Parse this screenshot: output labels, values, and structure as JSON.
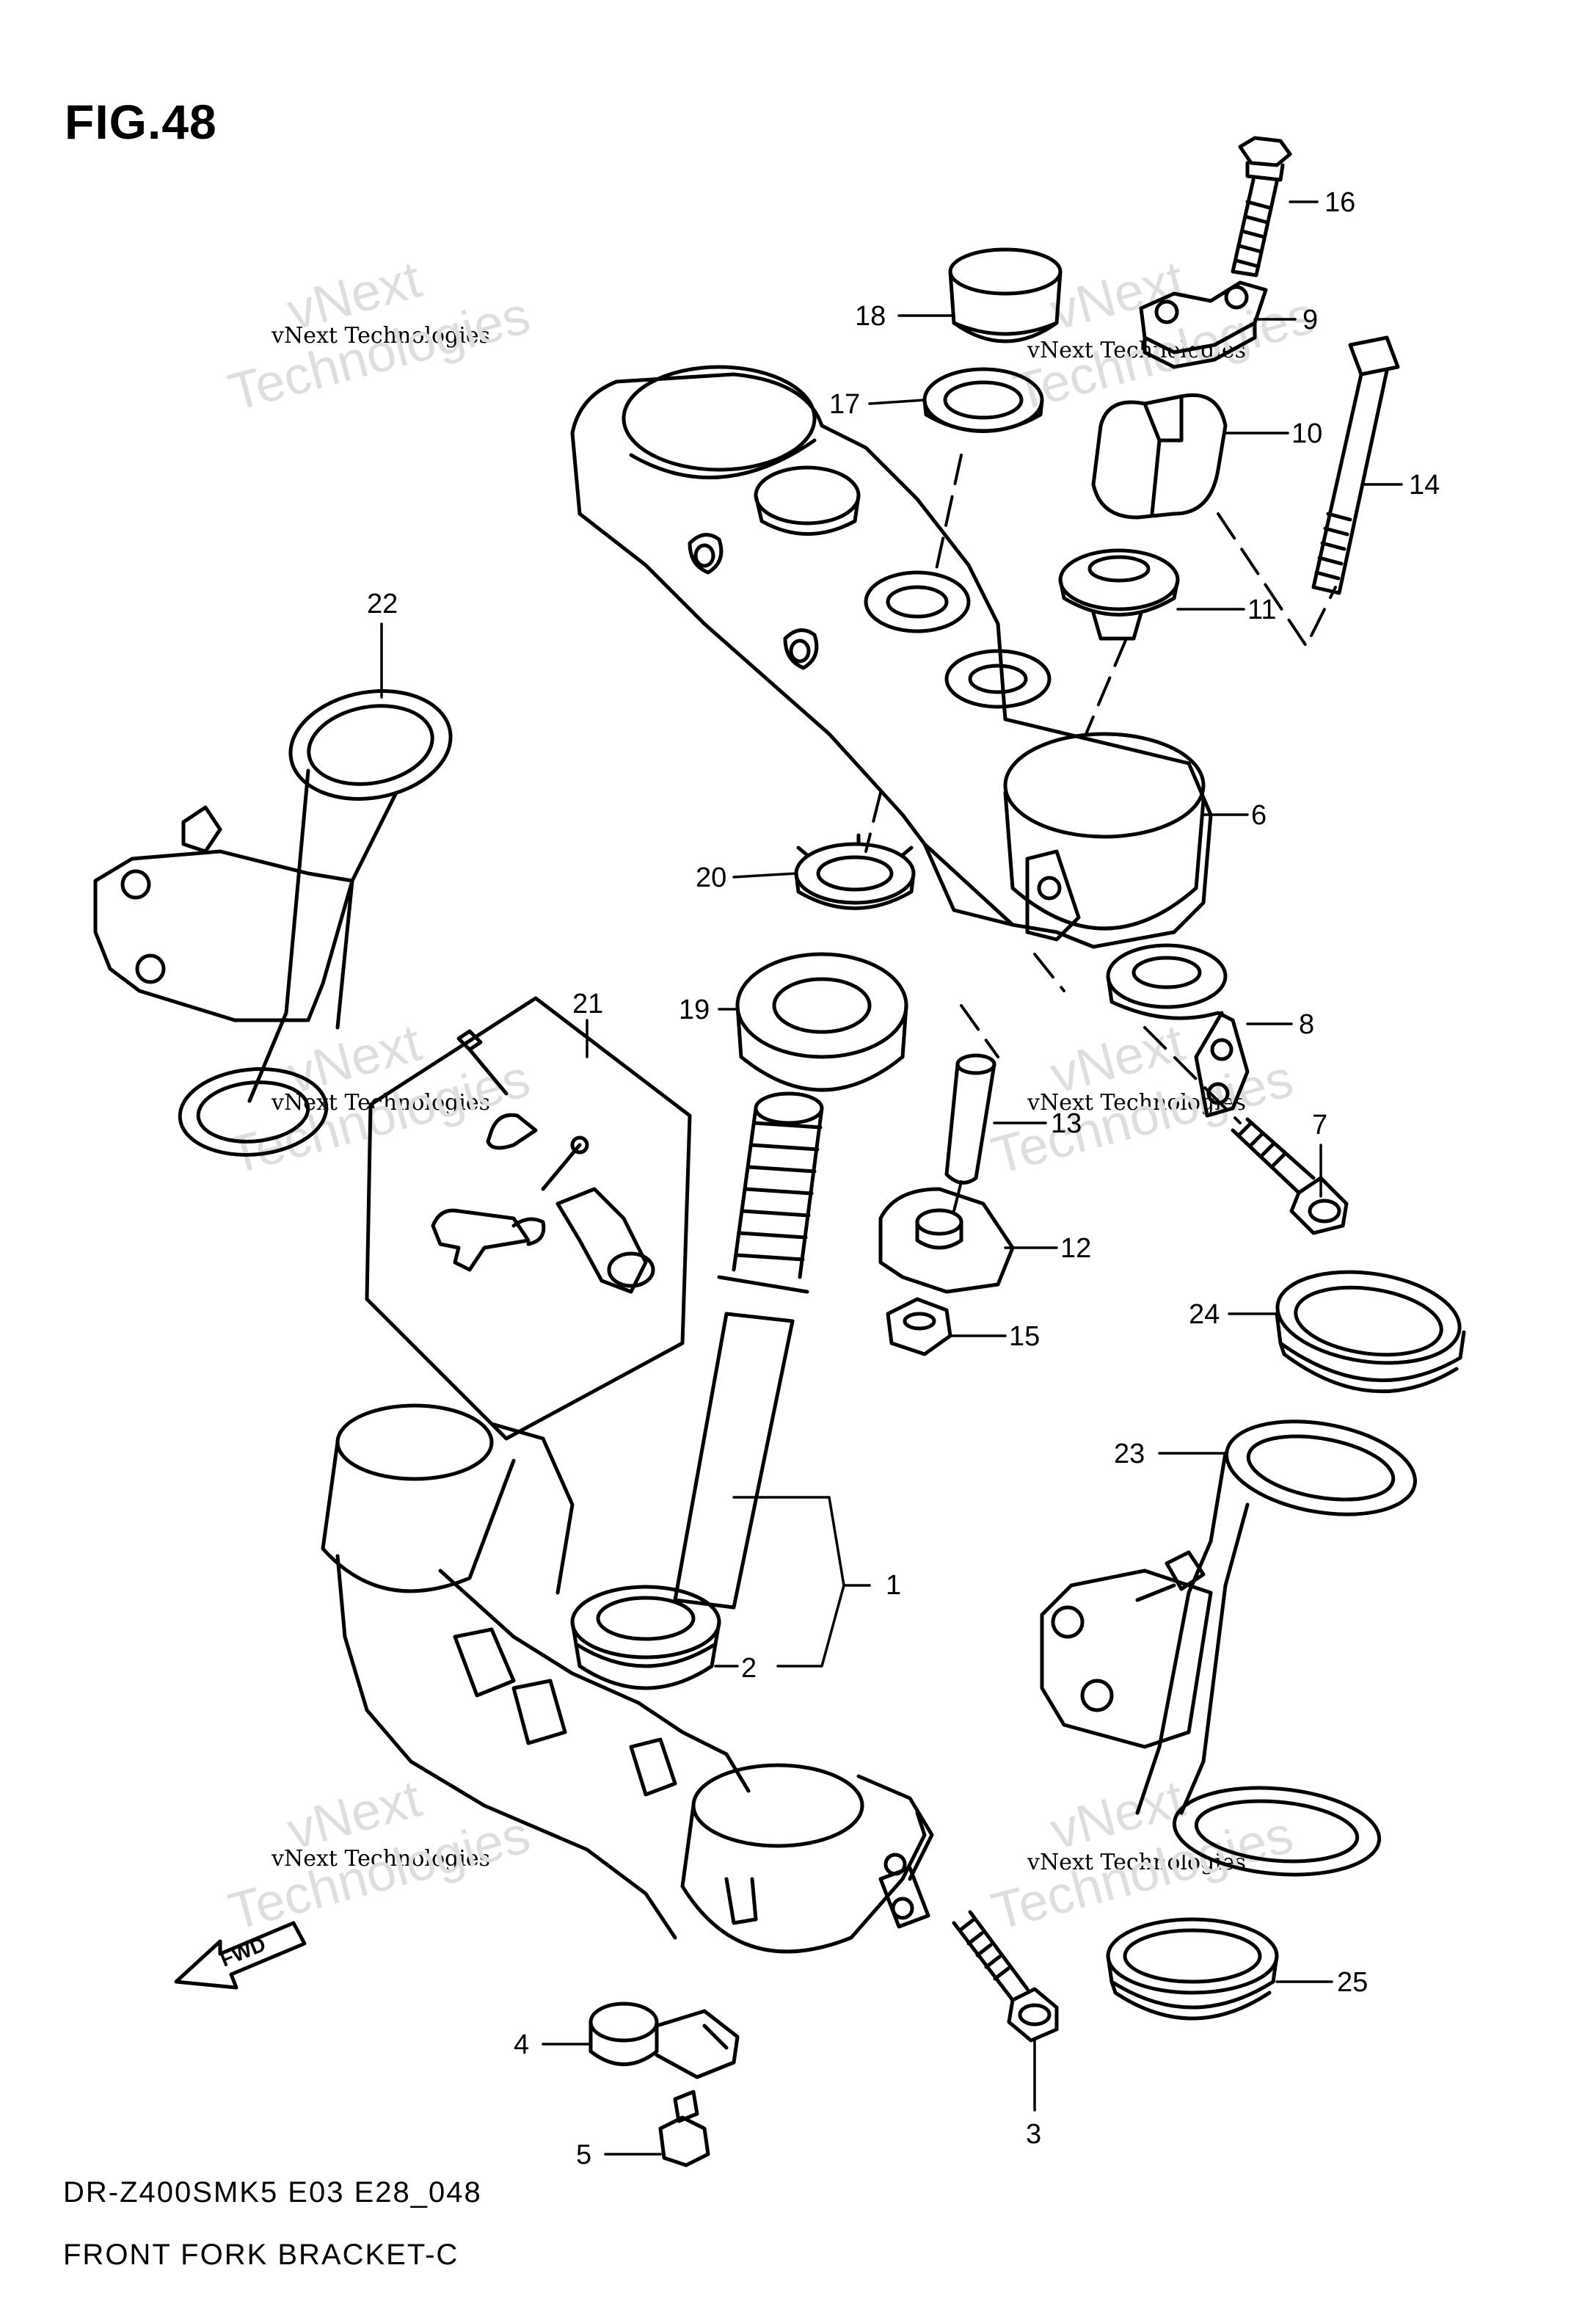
{
  "figure_label": "FIG.48",
  "footer": {
    "model_code": "DR-Z400SMK5 E03 E28_048",
    "diagram_name": "FRONT FORK BRACKET-C"
  },
  "watermark": {
    "small_text": "vNext Technologies",
    "big_top": "vNext",
    "big_bottom": "Technologies"
  },
  "fwd_label": "FWD",
  "callouts": [
    {
      "id": "1",
      "text": "1"
    },
    {
      "id": "2",
      "text": "2"
    },
    {
      "id": "3",
      "text": "3"
    },
    {
      "id": "4",
      "text": "4"
    },
    {
      "id": "5",
      "text": "5"
    },
    {
      "id": "6",
      "text": "6"
    },
    {
      "id": "7",
      "text": "7"
    },
    {
      "id": "8",
      "text": "8"
    },
    {
      "id": "9",
      "text": "9"
    },
    {
      "id": "10",
      "text": "10"
    },
    {
      "id": "11",
      "text": "11"
    },
    {
      "id": "12",
      "text": "12"
    },
    {
      "id": "13",
      "text": "13"
    },
    {
      "id": "14",
      "text": "14"
    },
    {
      "id": "15",
      "text": "15"
    },
    {
      "id": "16",
      "text": "16"
    },
    {
      "id": "17",
      "text": "17"
    },
    {
      "id": "18",
      "text": "18"
    },
    {
      "id": "19",
      "text": "19"
    },
    {
      "id": "20",
      "text": "20"
    },
    {
      "id": "21",
      "text": "21"
    },
    {
      "id": "22",
      "text": "22"
    },
    {
      "id": "23",
      "text": "23"
    },
    {
      "id": "24",
      "text": "24"
    },
    {
      "id": "25",
      "text": "25"
    }
  ]
}
